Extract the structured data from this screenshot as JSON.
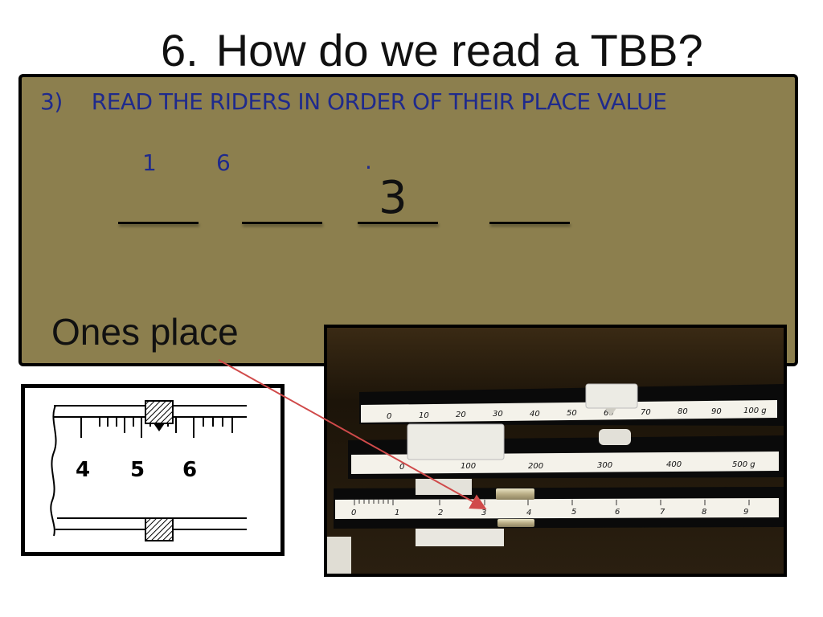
{
  "title": {
    "number": "6.",
    "text": "How do we read a TBB?"
  },
  "step": {
    "number": "3)",
    "text": "READ THE RIDERS IN ORDER OF THEIR PLACE VALUE"
  },
  "reading": {
    "digit1": "1",
    "digit2": "6",
    "decimal_point": ".",
    "digit3": "3"
  },
  "ones_label": "Ones place",
  "diagram": {
    "scale_labels": [
      "4",
      "5",
      "6"
    ]
  },
  "photo": {
    "beam_top_labels": [
      "0",
      "10",
      "20",
      "30",
      "40",
      "50",
      "60",
      "70",
      "80",
      "90",
      "100 g"
    ],
    "beam_middle_labels": [
      "0",
      "100",
      "200",
      "300",
      "400",
      "500 g"
    ],
    "beam_bottom_labels": [
      "0",
      "1",
      "2",
      "3",
      "4",
      "5",
      "6",
      "7",
      "8",
      "9"
    ]
  },
  "colors": {
    "panel": "#8c7f4e",
    "step_text": "#1f2a8c",
    "arrow": "#d04a4a"
  },
  "icons": {
    "pointer": "arrow-pointer"
  }
}
